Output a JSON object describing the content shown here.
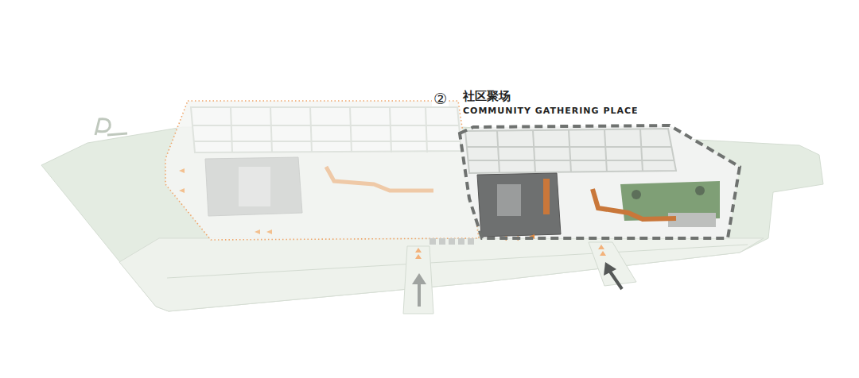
{
  "diagram": {
    "nodes": [
      {
        "text": [
          "社区聚场",
          "COMMUNITY GATHERING PLACE"
        ]
      }
    ],
    "labels": [
      "②"
    ]
  }
}
